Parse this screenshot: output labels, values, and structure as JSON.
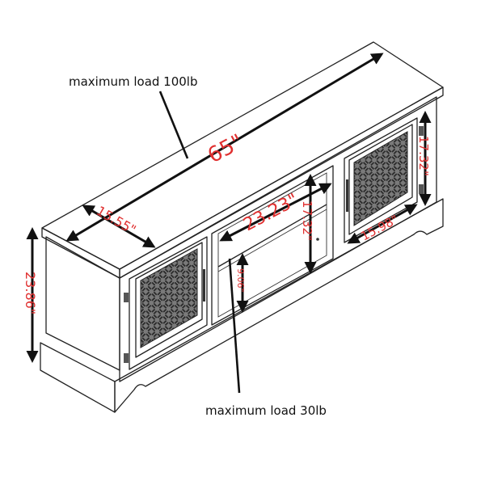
{
  "diagram": {
    "labels": {
      "top_load": "maximum load 100lb",
      "shelf_load": "maximum load 30lb"
    },
    "dimensions": {
      "width": "65\"",
      "depth": "15.55\"",
      "height": "23.86\"",
      "center_opening_width": "23.23\"",
      "center_opening_height": "17.32\"",
      "side_cabinet_height": "17.32\"",
      "side_cabinet_width": "15.98\"",
      "shelf_clearance": "9.06\""
    },
    "colors": {
      "dimension_text": "#e03030",
      "line": "#222222",
      "arrow": "#111111"
    }
  }
}
